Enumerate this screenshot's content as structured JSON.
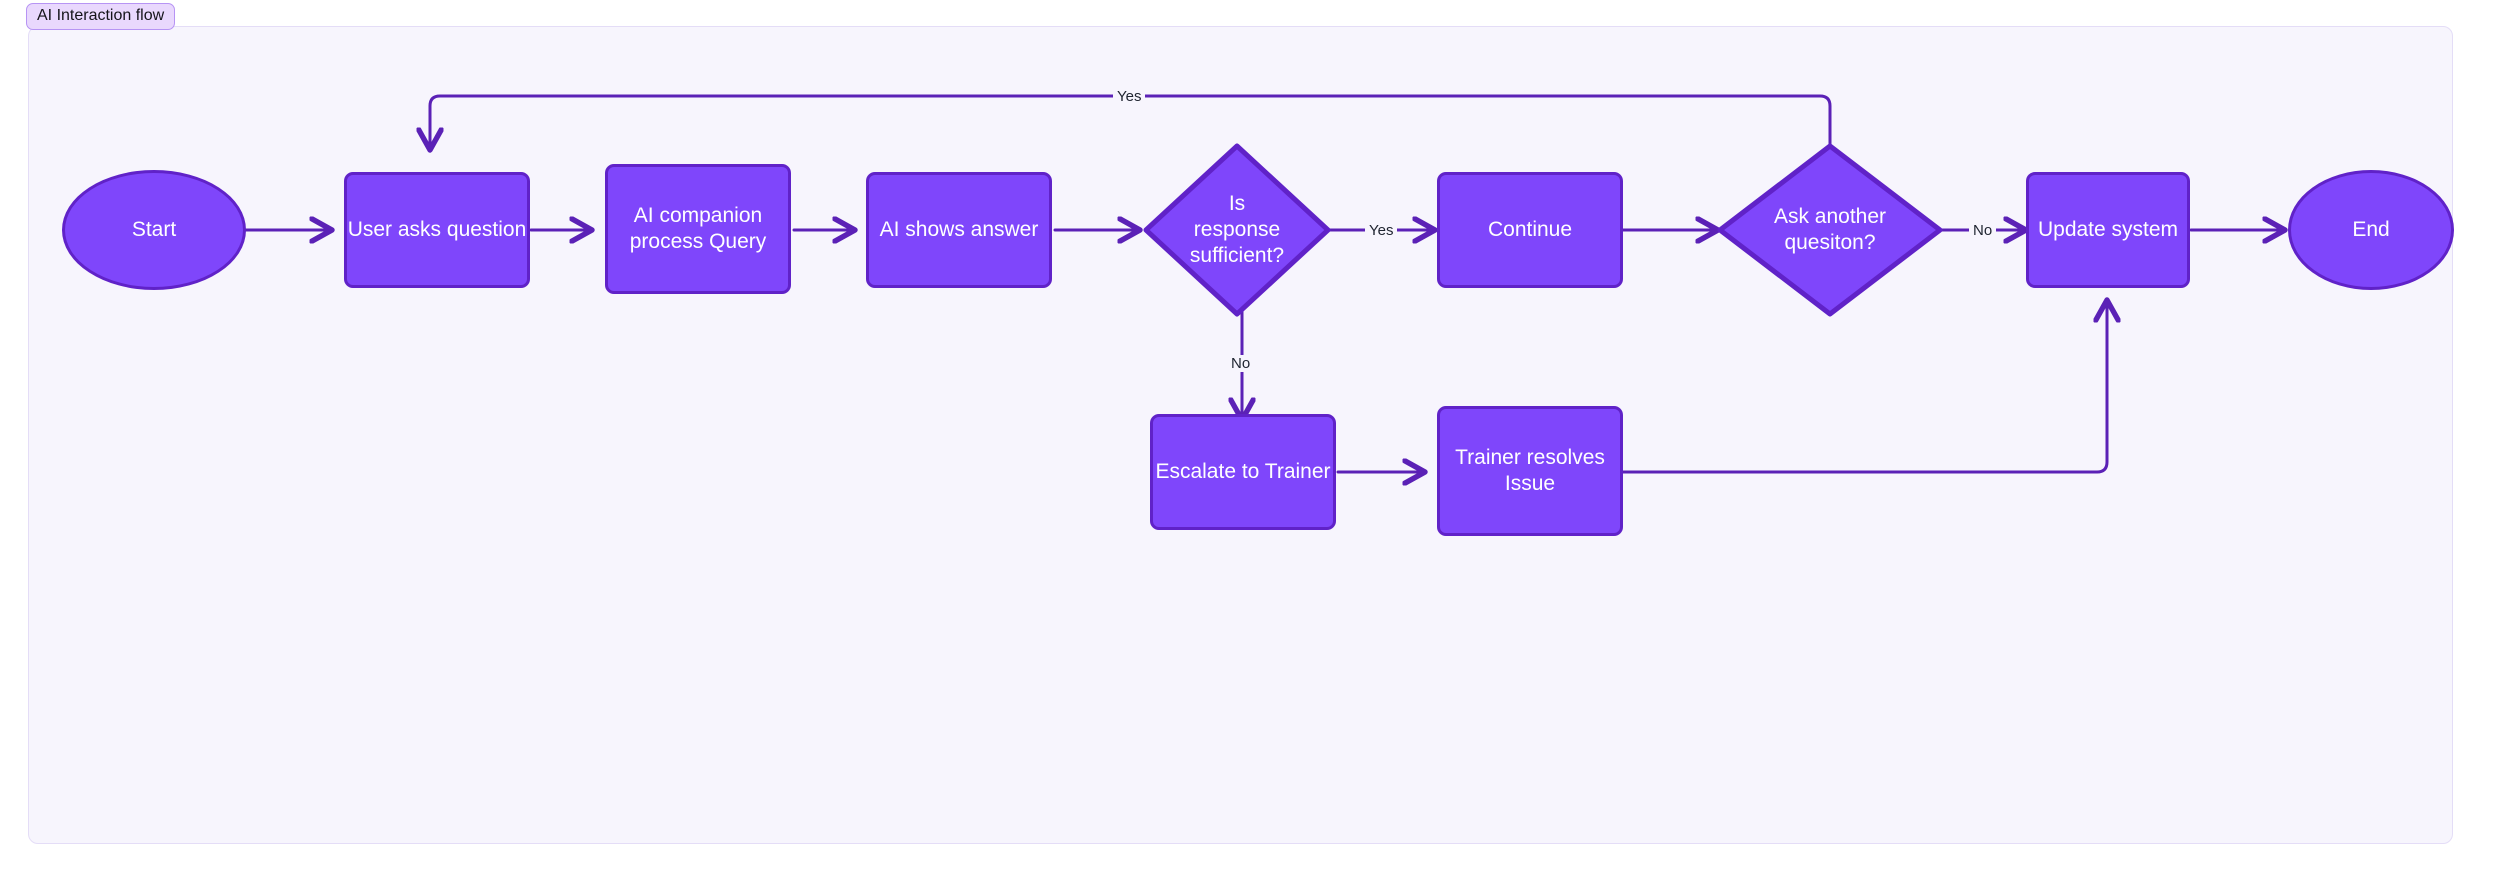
{
  "badge": {
    "label": "AI Interaction flow"
  },
  "colors": {
    "node_fill": "#7f46fb",
    "node_border": "#6022c8",
    "edge_stroke": "#5b21b6",
    "canvas_bg": "#f7f5fd",
    "canvas_border": "#e4ddf7",
    "badge_bg": "#e9d8fd",
    "badge_border": "#b794f4",
    "node_text": "#ffffff",
    "edge_label_text": "#1f2430"
  },
  "chart_data": {
    "type": "diagram",
    "title": "AI Interaction flow",
    "nodes": [
      {
        "id": "start",
        "label": "Start",
        "shape": "ellipse"
      },
      {
        "id": "user_asks",
        "label": "User asks question",
        "shape": "process"
      },
      {
        "id": "ai_process",
        "label": "AI companion process Query",
        "shape": "process"
      },
      {
        "id": "ai_shows",
        "label": "AI shows answer",
        "shape": "process"
      },
      {
        "id": "is_sufficient",
        "label": "Is response sufficient?",
        "shape": "decision"
      },
      {
        "id": "continue",
        "label": "Continue",
        "shape": "process"
      },
      {
        "id": "ask_another",
        "label": "Ask another quesiton?",
        "shape": "decision"
      },
      {
        "id": "update_system",
        "label": "Update system",
        "shape": "process"
      },
      {
        "id": "end",
        "label": "End",
        "shape": "ellipse"
      },
      {
        "id": "escalate",
        "label": "Escalate to Trainer",
        "shape": "process"
      },
      {
        "id": "trainer_resolves",
        "label": "Trainer resolves Issue",
        "shape": "process"
      }
    ],
    "edges": [
      {
        "from": "start",
        "to": "user_asks",
        "label": ""
      },
      {
        "from": "user_asks",
        "to": "ai_process",
        "label": ""
      },
      {
        "from": "ai_process",
        "to": "ai_shows",
        "label": ""
      },
      {
        "from": "ai_shows",
        "to": "is_sufficient",
        "label": ""
      },
      {
        "from": "is_sufficient",
        "to": "continue",
        "label": "Yes"
      },
      {
        "from": "is_sufficient",
        "to": "escalate",
        "label": "No"
      },
      {
        "from": "continue",
        "to": "ask_another",
        "label": ""
      },
      {
        "from": "ask_another",
        "to": "user_asks",
        "label": "Yes"
      },
      {
        "from": "ask_another",
        "to": "update_system",
        "label": "No"
      },
      {
        "from": "update_system",
        "to": "end",
        "label": ""
      },
      {
        "from": "escalate",
        "to": "trainer_resolves",
        "label": ""
      },
      {
        "from": "trainer_resolves",
        "to": "update_system",
        "label": ""
      }
    ]
  },
  "nodes": {
    "start": {
      "label": "Start"
    },
    "user_asks": {
      "label": "User asks question"
    },
    "ai_process": {
      "line1": "AI companion",
      "line2": "process Query"
    },
    "ai_shows": {
      "label": "AI shows answer"
    },
    "is_sufficient": {
      "line1": "Is",
      "line2": "response",
      "line3": "sufficient?"
    },
    "continue": {
      "label": "Continue"
    },
    "ask_another": {
      "line1": "Ask another",
      "line2": "quesiton?"
    },
    "update_system": {
      "label": "Update system"
    },
    "end": {
      "label": "End"
    },
    "escalate": {
      "label": "Escalate to Trainer"
    },
    "trainer_resolves": {
      "line1": "Trainer resolves",
      "line2": "Issue"
    }
  },
  "edge_labels": {
    "yes_sufficient": "Yes",
    "no_sufficient": "No",
    "yes_ask_another": "Yes",
    "no_ask_another": "No"
  }
}
